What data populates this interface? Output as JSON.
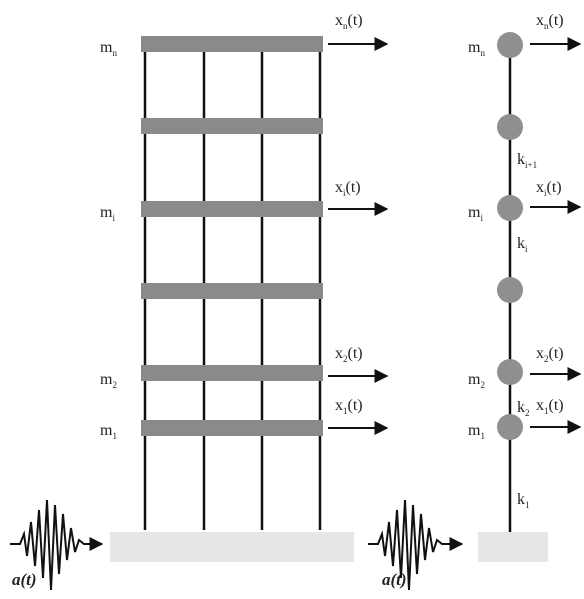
{
  "frame_model": {
    "floor_labels": [
      {
        "base": "m",
        "sub": "n"
      },
      {
        "base": "m",
        "sub": "i"
      },
      {
        "base": "m",
        "sub": "2"
      },
      {
        "base": "m",
        "sub": "1"
      }
    ],
    "disp_labels": [
      {
        "base": "x",
        "sub": "n",
        "tail": "(t)"
      },
      {
        "base": "x",
        "sub": "i",
        "tail": "(t)"
      },
      {
        "base": "x",
        "sub": "2",
        "tail": "(t)"
      },
      {
        "base": "x",
        "sub": "1",
        "tail": "(t)"
      }
    ],
    "excitation_label": "a(t)"
  },
  "stick_model": {
    "mass_labels": [
      {
        "base": "m",
        "sub": "n"
      },
      {
        "base": "m",
        "sub": "i"
      },
      {
        "base": "m",
        "sub": "2"
      },
      {
        "base": "m",
        "sub": "1"
      }
    ],
    "disp_labels": [
      {
        "base": "x",
        "sub": "n",
        "tail": "(t)"
      },
      {
        "base": "x",
        "sub": "i",
        "tail": "(t)"
      },
      {
        "base": "x",
        "sub": "2",
        "tail": "(t)"
      },
      {
        "base": "x",
        "sub": "1",
        "tail": "(t)"
      }
    ],
    "stiffness_labels": [
      {
        "base": "k",
        "sub": "i+1"
      },
      {
        "base": "k",
        "sub": "i"
      },
      {
        "base": "k",
        "sub": "2"
      },
      {
        "base": "k",
        "sub": "1"
      }
    ],
    "excitation_label": "a(t)"
  },
  "colors": {
    "slab": "#8a8a8a",
    "mass": "#8f8f8f",
    "ground": "#e6e6e6",
    "line": "#111111"
  }
}
